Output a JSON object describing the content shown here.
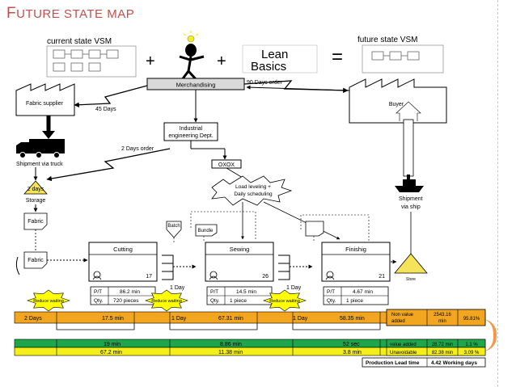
{
  "title": {
    "first": "F",
    "rest": "UTURE STATE MAP"
  },
  "header": {
    "current_label": "current state VSM",
    "future_label": "future state VSM",
    "lean_line1": "Lean",
    "lean_line2": "Basics",
    "plus1": "+",
    "plus2": "+",
    "equals": "="
  },
  "nodes": {
    "merchandising": "Merchandising",
    "fabric_supplier": "Fabric supplier",
    "buyer": "Buyer",
    "ie_line1": "Industrial",
    "ie_line2": "engineering Dept.",
    "oxox": "OXOX",
    "load_line1": "Load leveling +",
    "load_line2": "Daily scheduling",
    "shipment_truck": "Shipment via truck",
    "shipment_ship_line1": "Shipment",
    "shipment_ship_line2": "via ship",
    "storage_days": "2 days",
    "storage": "Storage",
    "fabric1": "Fabric",
    "fabric2": "Fabric",
    "batch": "Batch",
    "bundle": "Bundle",
    "store": "Store"
  },
  "flows": {
    "ninety_days": "90 Days order",
    "forty_five_days": "45 Days",
    "two_days_order": "2 Days order"
  },
  "processes": [
    {
      "name": "Cutting",
      "operators": "17",
      "pt_label": "P/T",
      "pt_value": "86.2 min",
      "qty_label": "Qty.",
      "qty_value": "720 pieces",
      "burst": "Reduce waiting"
    },
    {
      "name": "Sewing",
      "operators": "26",
      "pt_label": "P/T",
      "pt_value": "14.5 min",
      "qty_label": "Qty.",
      "qty_value": "1 piece",
      "burst": "Reduce waiting"
    },
    {
      "name": "Finishig",
      "operators": "21",
      "pt_label": "P/T",
      "pt_value": "4.67 min",
      "qty_label": "Qty.",
      "qty_value": "1 piece",
      "burst": "Reduce waiting"
    }
  ],
  "inventory": {
    "day1": "1 Day",
    "day2": "1 Day"
  },
  "timeline": {
    "waits": [
      "2 Days",
      "1 Day",
      "1 Day"
    ],
    "processes": [
      "17.5 min",
      "67.31 min",
      "58.35 min"
    ],
    "value_added_row": [
      "19 min",
      "8.86 min",
      "52 sec"
    ],
    "unavoidable_row": [
      "67.2 min",
      "11.38 min",
      "3.8 min"
    ]
  },
  "summary": {
    "nva_label_line1": "Non value",
    "nva_label_line2": "added",
    "nva_value_line1": "2543.16",
    "nva_value_line2": "min",
    "nva_pct": "95.81%",
    "va_label": "value added",
    "va_value": "28.72 min",
    "va_pct": "1.1 %",
    "un_label": "Unavoidable",
    "un_value": "82.38 min",
    "un_pct": "3.09 %",
    "plt_label": "Production Lead time",
    "plt_value": "4.42 Working days"
  },
  "colors": {
    "title": "#c0504d",
    "timeline_orange": "#f2a61f",
    "row_green": "#1fa64a",
    "row_yellow": "#f4ef1b",
    "burst_yellow": "#ffff00",
    "triangle_yellow": "#f5e35a"
  },
  "icons": [
    "factory-icon",
    "truck-icon",
    "ship-icon",
    "stick-figure-icon",
    "inventory-triangle-icon",
    "operator-icon",
    "lightning-flow-icon"
  ]
}
